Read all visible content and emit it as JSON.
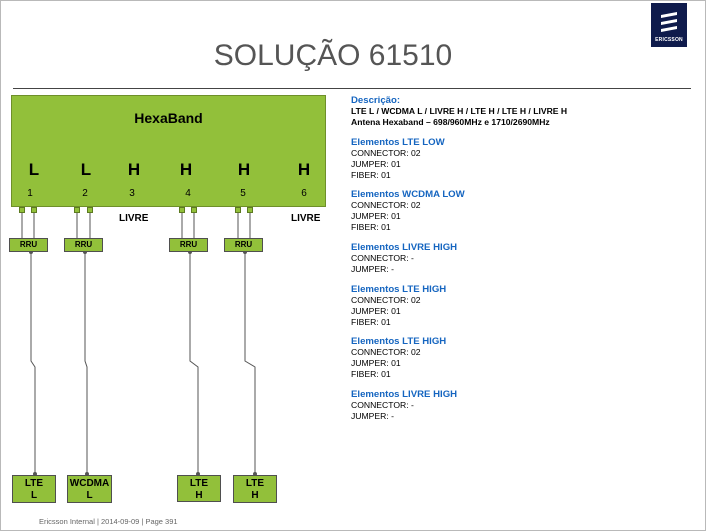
{
  "header": {
    "title": "SOLUÇÃO 61510",
    "logo_text": "ERICSSON",
    "logo_icon": "ericsson-logo-icon"
  },
  "antenna": {
    "label": "HexaBand",
    "ports": [
      {
        "letter": "L",
        "number": "1"
      },
      {
        "letter": "L",
        "number": "2"
      },
      {
        "letter": "H",
        "number": "3"
      },
      {
        "letter": "H",
        "number": "4"
      },
      {
        "letter": "H",
        "number": "5"
      },
      {
        "letter": "H",
        "number": "6"
      }
    ],
    "free_label_3": "LIVRE",
    "free_label_6": "LIVRE"
  },
  "rrus": [
    {
      "label": "RRU"
    },
    {
      "label": "RRU"
    },
    {
      "label": "RRU"
    },
    {
      "label": "RRU"
    }
  ],
  "systems": [
    {
      "line1": "LTE",
      "line2": "L"
    },
    {
      "line1": "WCDMA",
      "line2": "L"
    },
    {
      "line1": "LTE",
      "line2": "H"
    },
    {
      "line1": "LTE",
      "line2": "H"
    }
  ],
  "description": {
    "heading": "Descrição:",
    "line1": "LTE L / WCDMA L / LIVRE H / LTE H / LTE H / LIVRE H",
    "line2": "Antena Hexaband – 698/960MHz  e  1710/2690MHz"
  },
  "elements": [
    {
      "heading": "Elementos LTE LOW",
      "lines": [
        "CONNECTOR: 02",
        "JUMPER: 01",
        "FIBER: 01"
      ]
    },
    {
      "heading": "Elementos WCDMA LOW",
      "lines": [
        "CONNECTOR: 02",
        "JUMPER: 01",
        "FIBER: 01"
      ]
    },
    {
      "heading": "Elementos LIVRE HIGH",
      "lines": [
        "CONNECTOR: -",
        "JUMPER: -"
      ]
    },
    {
      "heading": "Elementos LTE HIGH",
      "lines": [
        "CONNECTOR: 02",
        "JUMPER: 01",
        "FIBER: 01"
      ]
    },
    {
      "heading": "Elementos LTE HIGH",
      "lines": [
        "CONNECTOR: 02",
        "JUMPER: 01",
        "FIBER: 01"
      ]
    },
    {
      "heading": "Elementos LIVRE HIGH",
      "lines": [
        "CONNECTOR: -",
        "JUMPER: -"
      ]
    }
  ],
  "footer": "Ericsson Internal  |  2014-09-09  |  Page 391",
  "colors": {
    "antenna_green": "#92c03a",
    "heading_blue": "#1565c0",
    "logo_navy": "#0f1b4c"
  }
}
